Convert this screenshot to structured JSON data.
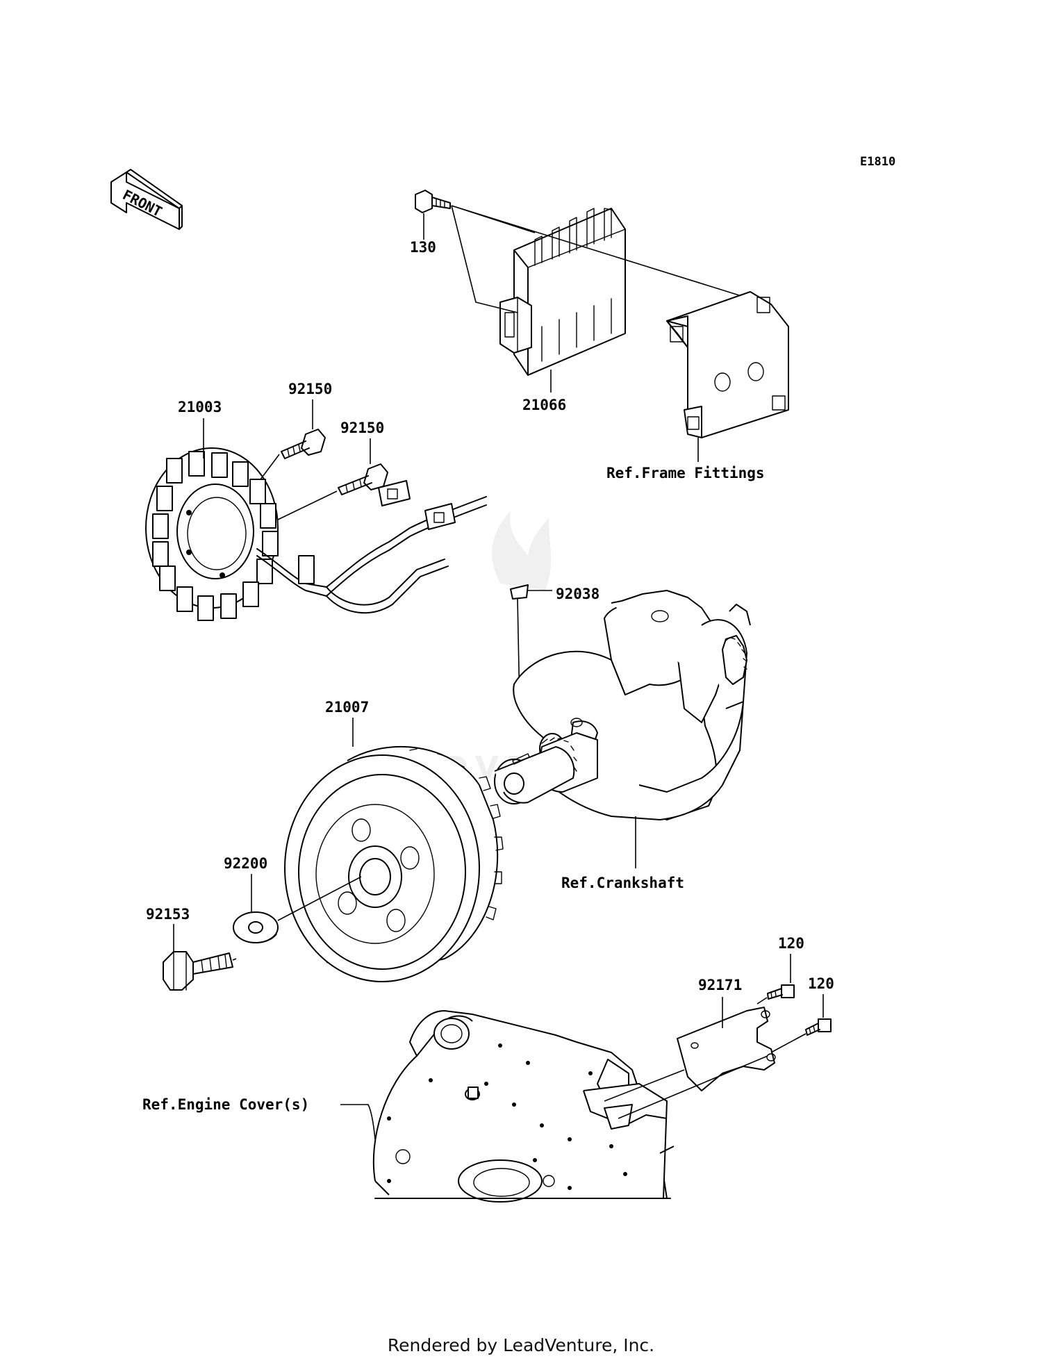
{
  "diagram_code": "E1810",
  "front_arrow_text": "FRONT",
  "watermark_text": "LEADVENTURE",
  "parts": {
    "p130": "130",
    "p21066": "21066",
    "p21003": "21003",
    "p92150a": "92150",
    "p92150b": "92150",
    "p92038": "92038",
    "p21007": "21007",
    "p92200": "92200",
    "p92153": "92153",
    "p120a": "120",
    "p120b": "120",
    "p92171": "92171"
  },
  "references": {
    "frame_fittings": "Ref.Frame Fittings",
    "crankshaft": "Ref.Crankshaft",
    "engine_cover": "Ref.Engine Cover(s)"
  },
  "footer": "Rendered by LeadVenture, Inc."
}
